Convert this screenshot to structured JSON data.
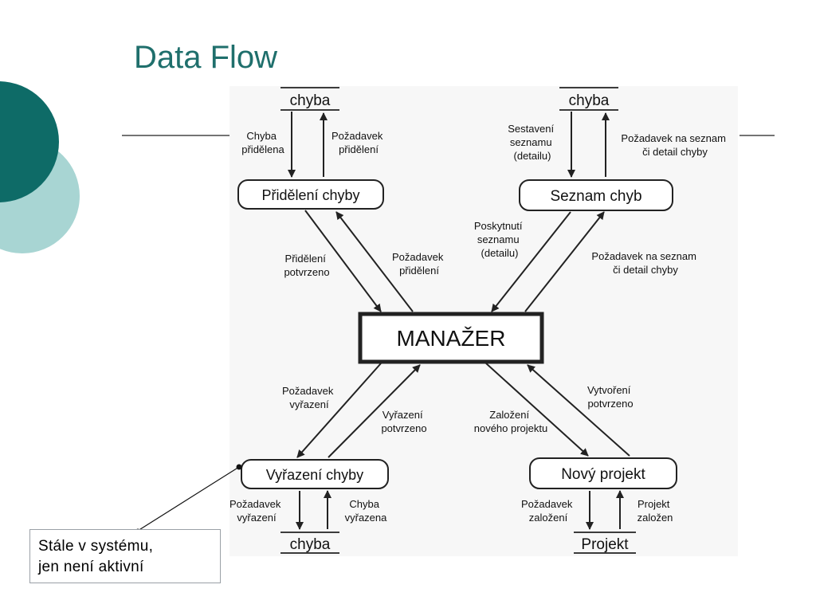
{
  "slide": {
    "title": "Data Flow",
    "callout": {
      "line1": "Stále v systému,",
      "line2": "jen není aktivní"
    }
  },
  "diagram": {
    "center": "MANAŽER",
    "processes": {
      "assign": "Přidělení chyby",
      "list": "Seznam chyb",
      "retire": "Vyřazení chyby",
      "newproject": "Nový projekt"
    },
    "stores": {
      "top_left": "chyba",
      "top_right": "chyba",
      "bottom_left": "chyba",
      "bottom_right": "Projekt"
    },
    "flows": {
      "tl_down": [
        "Chyba",
        "přidělena"
      ],
      "tl_up": [
        "Požadavek",
        "přidělení"
      ],
      "tr_down": [
        "Sestavení",
        "seznamu",
        "(detailu)"
      ],
      "tr_up": [
        "Požadavek na seznam",
        "či detail chyby"
      ],
      "assign_to_mgr": [
        "Přidělení",
        "potvrzeno"
      ],
      "mgr_to_assign": [
        "Požadavek",
        "přidělení"
      ],
      "list_to_mgr": [
        "Poskytnutí",
        "seznamu",
        "(detailu)"
      ],
      "mgr_to_list": [
        "Požadavek na seznam",
        "či detail chyby"
      ],
      "mgr_to_retire": [
        "Požadavek",
        "vyřazení"
      ],
      "retire_to_mgr": [
        "Vyřazení",
        "potvrzeno"
      ],
      "mgr_to_newproject": [
        "Založení",
        "nového projektu"
      ],
      "newproject_to_mgr": [
        "Vytvoření",
        "potvrzeno"
      ],
      "bl_down": [
        "Požadavek",
        "vyřazení"
      ],
      "bl_up": [
        "Chyba",
        "vyřazena"
      ],
      "br_down": [
        "Požadavek",
        "založení"
      ],
      "br_up": [
        "Projekt",
        "založen"
      ]
    }
  },
  "colors": {
    "teal_dark": "#0e6b67",
    "teal_light": "#a8d5d3",
    "title": "#1f6f6c",
    "diagram_bg": "#f7f7f7"
  }
}
